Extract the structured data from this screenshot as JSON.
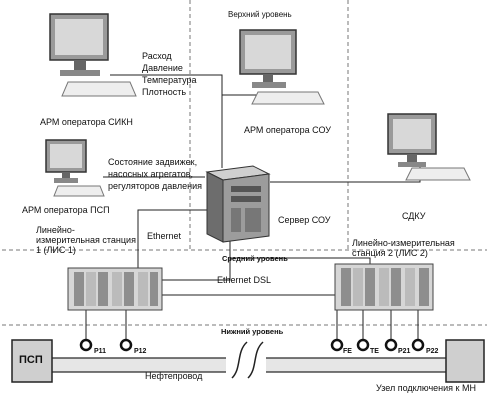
{
  "levels": {
    "upper": "Верхний уровень",
    "middle": "Средний уровень",
    "lower": "Нижний уровень"
  },
  "workstations": {
    "siikn": "АРМ оператора СИКН",
    "sou": "АРМ оператора СОУ",
    "psp": "АРМ оператора ПСП",
    "sdku": "СДКУ"
  },
  "server": "Сервер СОУ",
  "siikn_params": [
    "Расход",
    "Давление",
    "Температура",
    "Плотность"
  ],
  "psp_params": [
    "Состояние задвижек,",
    "насосных агрегатов,",
    "регуляторов давления"
  ],
  "network": {
    "ethernet": "Ethernet",
    "ethernet_dsl": "Ethernet DSL"
  },
  "stations": {
    "lis1": "Линейно-измерительная станция 1 (ЛИС 1)",
    "lis2": "Линейно-измерительная станция 2 (ЛИС 2)"
  },
  "pipeline": {
    "label": "Нефтепровод",
    "psp_box": "ПСП",
    "node": "Узел подключения к МН"
  },
  "sensors": [
    "P11",
    "P12",
    "FE",
    "TE",
    "P21",
    "P22"
  ]
}
